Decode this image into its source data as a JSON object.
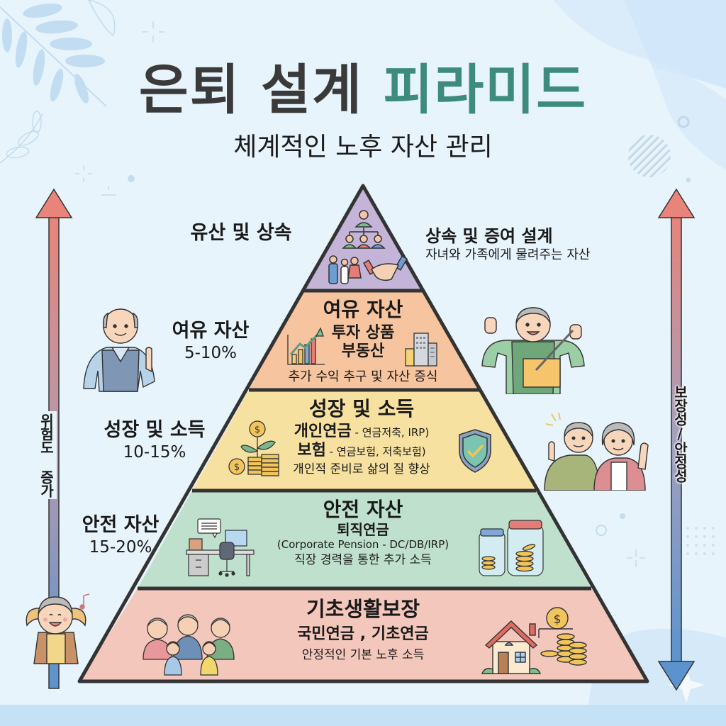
{
  "header": {
    "title_part1": "은퇴 설계",
    "title_part2": "피라미드",
    "subtitle": "체계적인 노후 자산 관리"
  },
  "colors": {
    "background": "#e8f4fc",
    "title_dark": "#3a3a3a",
    "title_accent": "#3d8a7e",
    "tier_legacy": "#c3b4d8",
    "tier_surplus": "#f6c49e",
    "tier_growth": "#f7e1a1",
    "tier_safe": "#bfe0cc",
    "tier_basic": "#f3c7bb",
    "arrow_top": "#e8847a",
    "arrow_bottom": "#5b93cf"
  },
  "axes": {
    "left_label": "위험도 증가",
    "right_label": "보장성/안정성"
  },
  "pyramid": {
    "tiers": [
      {
        "id": "legacy",
        "icons": [
          "org-chart-icon",
          "family-icon",
          "handshake-icon"
        ],
        "side_title": "유산 및 상속",
        "right_title": "상속 및 증여 설계",
        "right_desc": "자녀와 가족에게 물려주는 자산"
      },
      {
        "id": "surplus",
        "title": "여유 자산",
        "line1": "투자 상품",
        "line2": "부동산",
        "desc": "추가 수익 추구 및 자산 증식",
        "icons": [
          "growth-chart-icon",
          "buildings-icon"
        ],
        "side_title": "여유 자산",
        "side_pct": "5-10%"
      },
      {
        "id": "growth",
        "title": "성장 및 소득",
        "line1_main": "개인연금",
        "line1_sub": " - 연금저축, IRP)",
        "line2_main": "보험",
        "line2_sub": " - 연금보험, 저축보험)",
        "desc": "개인적 준비로 삶의 질 향상",
        "icons": [
          "money-plant-icon",
          "shield-check-icon"
        ],
        "side_title": "성장 및 소득",
        "side_pct": "10-15%"
      },
      {
        "id": "safe",
        "title": "안전 자산",
        "line1": "퇴직연금",
        "line2": "(Corporate Pension - DC/DB/IRP)",
        "desc": "직장 경력을 통한 추가 소득",
        "icons": [
          "office-desk-icon",
          "coin-jars-icon"
        ],
        "side_title": "안전 자산",
        "side_pct": "15-20%"
      },
      {
        "id": "basic",
        "title": "기초생활보장",
        "line1": "국민연금 , 기초연금",
        "desc": "안정적인 기본 노후 소득",
        "icons": [
          "family-group-icon",
          "house-coins-icon"
        ]
      }
    ]
  },
  "illustrations": [
    "elderly-man-pointing",
    "elderly-man-with-box",
    "elderly-couple-waving",
    "elderly-woman-relaxing"
  ]
}
